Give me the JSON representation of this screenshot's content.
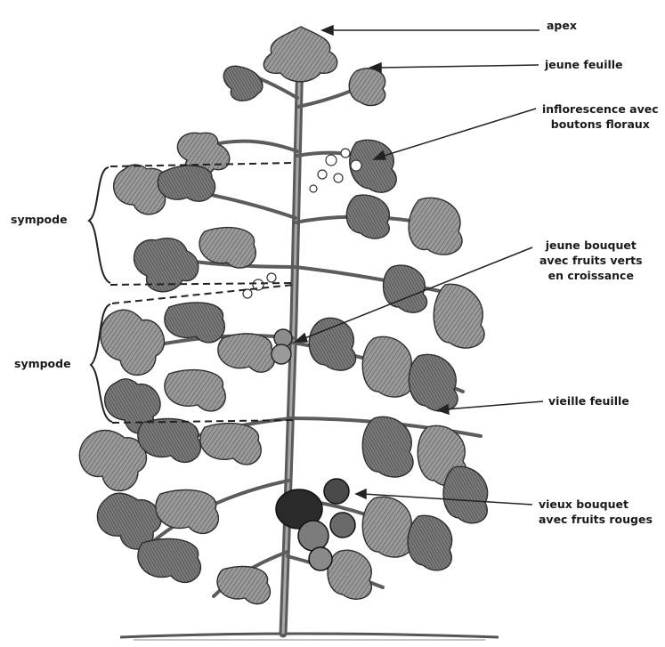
{
  "labels": {
    "apex": "apex",
    "jeune_feuille": "jeune feuille",
    "inflorescence": [
      "inflorescence avec",
      "boutons floraux"
    ],
    "jeune_bouquet": [
      "jeune bouquet",
      "avec fruits verts",
      "en croissance"
    ],
    "vieille_feuille": "vieille feuille",
    "vieux_bouquet": [
      "vieux bouquet",
      "avec fruits rouges"
    ],
    "sympode_1": "sympode",
    "sympode_2": "sympode"
  },
  "colors": {
    "ink": "#1a1a1a",
    "leaf_fill": "#8a8a8a",
    "leaf_shadow": "#4a4a4a",
    "stem": "#6e6e6e",
    "fruit_red": "#2a2a2a",
    "fruit_green": "#7c7c7c"
  }
}
